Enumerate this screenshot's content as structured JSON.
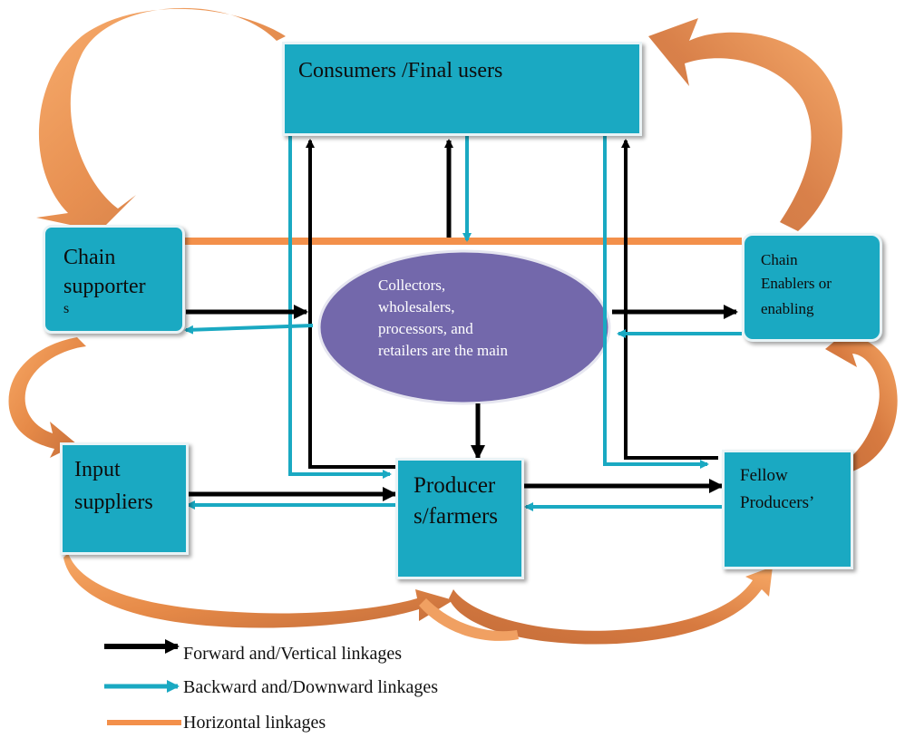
{
  "nodes": {
    "consumers": "Consumers /Final users",
    "supporters_line1": "Chain",
    "supporters_line2": "supporter",
    "supporters_line3": "s",
    "center_line1": "Collectors,",
    "center_line2": "wholesalers,",
    "center_line3": "processors, and",
    "center_line4": "retailers are the main",
    "enablers_line1": "Chain",
    "enablers_line2": "Enablers or",
    "enablers_line3": "enabling",
    "input_line1": "Input",
    "input_line2": "suppliers",
    "producers_line1": "Producer",
    "producers_line2": "s/farmers",
    "fellow_line1": "Fellow",
    "fellow_line2": "Producers’"
  },
  "legend": {
    "forward": "Forward and/Vertical linkages",
    "backward": "Backward and/Downward linkages",
    "horizontal": "Horizontal linkages"
  },
  "colors": {
    "box_fill": "#1aa9c2",
    "ellipse_fill": "#7368ab",
    "forward_arrow": "#000000",
    "backward_arrow": "#1aa9c2",
    "horizontal_line": "#f3904b",
    "curved_arrow_light": "#f5a05f",
    "curved_arrow_dark": "#c8703c"
  }
}
